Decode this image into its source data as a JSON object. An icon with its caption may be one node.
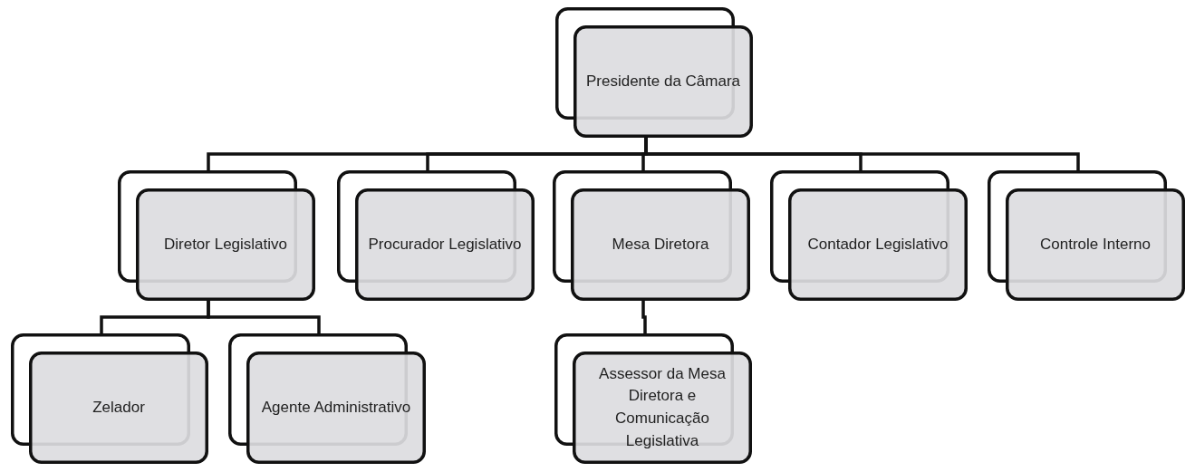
{
  "diagram": {
    "nodes": [
      {
        "text": [
          "Presidente da Câmara"
        ]
      },
      {
        "text": [
          "Diretor Legislativo"
        ]
      },
      {
        "text": [
          "Procurador Legislativo"
        ]
      },
      {
        "text": [
          "Mesa Diretora"
        ]
      },
      {
        "text": [
          "Contador Legislativo"
        ]
      },
      {
        "text": [
          "Controle Interno"
        ]
      },
      {
        "text": [
          "Zelador"
        ]
      },
      {
        "text": [
          "Agente Administrativo"
        ]
      },
      {
        "text": [
          "Assessor da Mesa Diretora e Comunicação Legislativa"
        ]
      }
    ],
    "edges": [
      {
        "from": 0,
        "to": 1,
        "arrow": "none"
      },
      {
        "from": 0,
        "to": 2,
        "arrow": "none"
      },
      {
        "from": 0,
        "to": 3,
        "arrow": "none"
      },
      {
        "from": 0,
        "to": 4,
        "arrow": "none"
      },
      {
        "from": 0,
        "to": 5,
        "arrow": "none"
      },
      {
        "from": 1,
        "to": 6,
        "arrow": "none"
      },
      {
        "from": 1,
        "to": 7,
        "arrow": "none"
      },
      {
        "from": 3,
        "to": 8,
        "arrow": "none"
      }
    ]
  }
}
